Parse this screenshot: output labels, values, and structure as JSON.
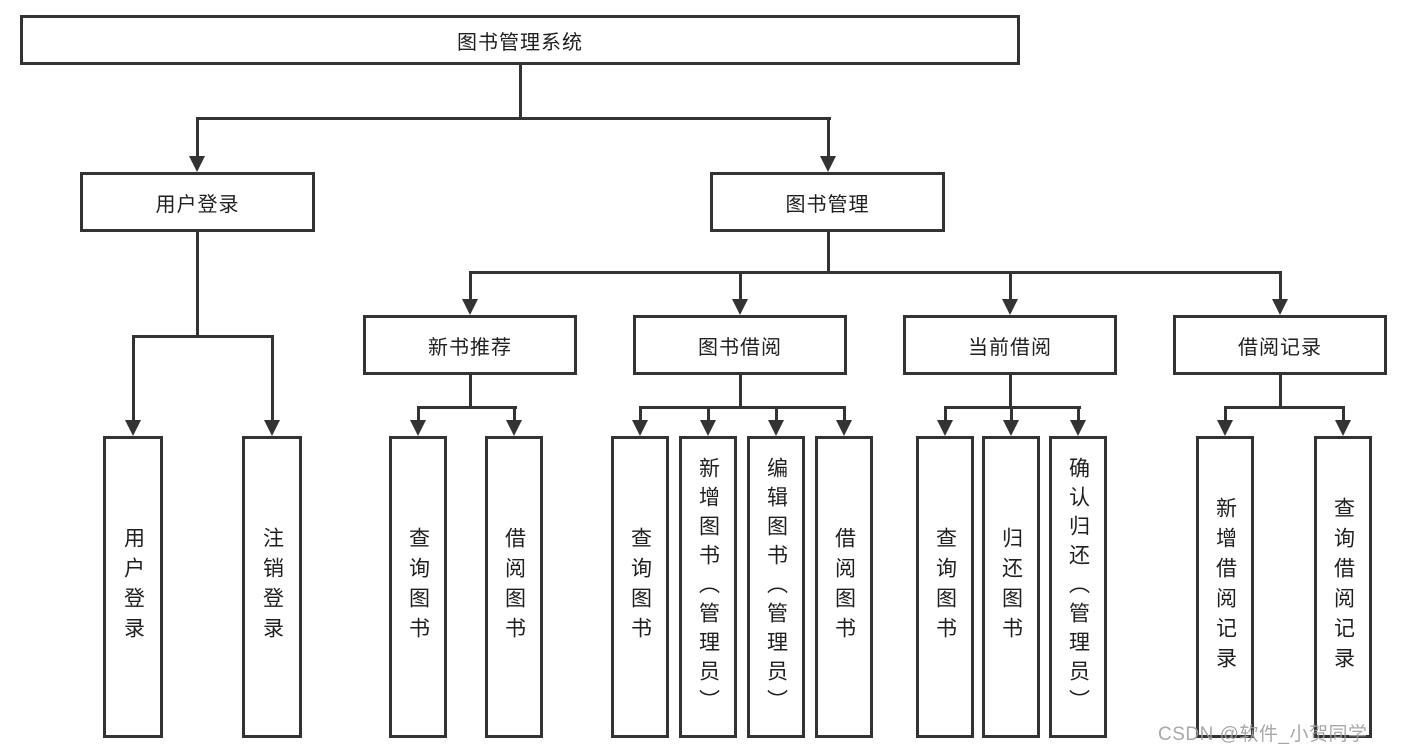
{
  "diagram_title": "图书管理系统",
  "root": {
    "label": "图书管理系统"
  },
  "level2": {
    "user_login": {
      "label": "用户登录"
    },
    "book_mgmt": {
      "label": "图书管理"
    }
  },
  "level3": {
    "new_rec": {
      "label": "新书推荐"
    },
    "borrow": {
      "label": "图书借阅"
    },
    "current": {
      "label": "当前借阅"
    },
    "records": {
      "label": "借阅记录"
    }
  },
  "leaves": {
    "user_login_1": {
      "label": "用户登录"
    },
    "user_login_2": {
      "label": "注销登录"
    },
    "new_rec_1": {
      "label": "查询图书"
    },
    "new_rec_2": {
      "label": "借阅图书"
    },
    "borrow_1": {
      "label": "查询图书"
    },
    "borrow_2": {
      "label": "新增图书（管理员）"
    },
    "borrow_3": {
      "label": "编辑图书（管理员）"
    },
    "borrow_4": {
      "label": "借阅图书"
    },
    "current_1": {
      "label": "查询图书"
    },
    "current_2": {
      "label": "归还图书"
    },
    "current_3": {
      "label": "确认归还（管理员）"
    },
    "records_1": {
      "label": "新增借阅记录"
    },
    "records_2": {
      "label": "查询借阅记录"
    }
  },
  "watermark": {
    "text": "CSDN @软件_小贺同学"
  },
  "colors": {
    "line": "#333333",
    "box_border": "#333333",
    "text": "#1f1f1f",
    "watermark": "#9e9e9e",
    "background": "#ffffff"
  }
}
